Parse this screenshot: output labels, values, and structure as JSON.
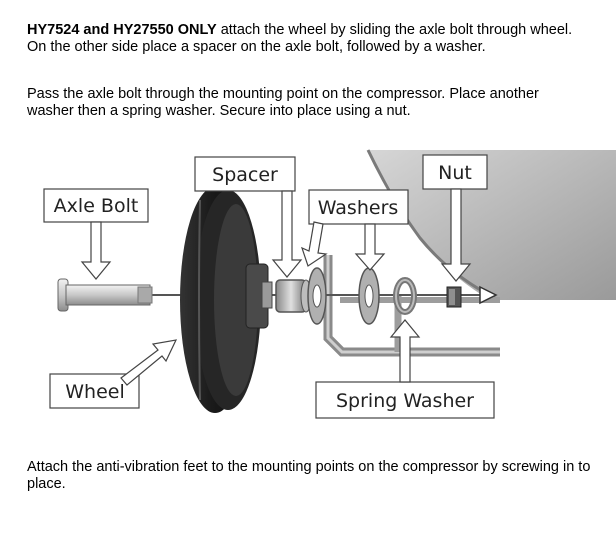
{
  "instructions": {
    "para1_bold": "HY7524 and HY27550 ONLY",
    "para1_rest": " attach the wheel by sliding the axle bolt through wheel. On the other side place a spacer on the axle bolt, followed by a washer.",
    "para2": "Pass the axle bolt through the mounting point on the compressor. Place another washer then a spring washer. Secure into place using a nut.",
    "para3": "Attach the anti-vibration feet to the mounting points on the compressor by screwing in to place."
  },
  "diagram": {
    "labels": {
      "axle_bolt": "Axle Bolt",
      "spacer": "Spacer",
      "washers": "Washers",
      "nut": "Nut",
      "wheel": "Wheel",
      "spring_washer": "Spring Washer"
    }
  }
}
